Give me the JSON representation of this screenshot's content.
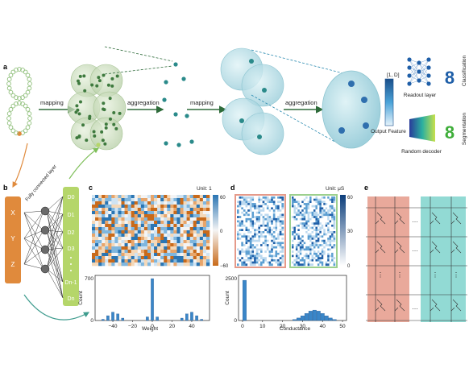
{
  "panels": [
    "a",
    "b",
    "c",
    "d",
    "e"
  ],
  "panel_a": {
    "step1": "mapping",
    "step2": "aggregation",
    "step3": "mapping",
    "step4": "aggregation",
    "range": "[1, D]",
    "output_feature": "Output Feature",
    "readout": "Readout layer",
    "classification": "Classification",
    "random_decoder": "Random decoder",
    "segmentation": "Segmentation",
    "digit": "8"
  },
  "panel_b": {
    "fc_label": "Fully connected layer",
    "inputs": [
      "X",
      "Y",
      "Z"
    ],
    "outputs": [
      "D0",
      "D1",
      "D2",
      "D3",
      "Dn-1",
      "Dn"
    ]
  },
  "panel_c": {
    "unit": "Unit: 1",
    "cbar_ticks": [
      "60",
      "0",
      "−60"
    ],
    "hist_xlabel": "Weight",
    "hist_ylabel": "Count",
    "hist_yticks": [
      "0",
      "700"
    ],
    "hist_xticks": [
      "−40",
      "−20",
      "0",
      "20",
      "40"
    ]
  },
  "panel_d": {
    "unit": "Unit: μS",
    "cbar_ticks": [
      "60",
      "30",
      "0"
    ],
    "hist_xlabel": "Conductance",
    "hist_ylabel": "Count",
    "hist_yticks": [
      "0",
      "2500"
    ],
    "hist_xticks": [
      "0",
      "10",
      "20",
      "30",
      "40",
      "50"
    ]
  },
  "panel_e": {
    "ellipsis": "…",
    "vdots": "⋮"
  },
  "colors": {
    "green": "#8fbf7a",
    "dark_green": "#2e6b3a",
    "teal": "#2a8a8a",
    "blue": "#2f6fae",
    "orange": "#e08a3c",
    "lime": "#b5d66a",
    "red_panel": "#e59a8a",
    "cyan_panel": "#7fd3cc"
  },
  "chart_data": [
    {
      "type": "bar",
      "title": "",
      "xlabel": "Weight",
      "ylabel": "Count",
      "ylim": [
        0,
        700
      ],
      "x": [
        -50,
        -45,
        -40,
        -35,
        -30,
        -5,
        0,
        5,
        30,
        35,
        40,
        45,
        50
      ],
      "values": [
        20,
        80,
        140,
        110,
        40,
        60,
        700,
        60,
        40,
        110,
        140,
        80,
        20
      ]
    },
    {
      "type": "bar",
      "title": "",
      "xlabel": "Conductance",
      "ylabel": "Count",
      "ylim": [
        0,
        2500
      ],
      "x": [
        1,
        26,
        28,
        30,
        32,
        34,
        36,
        38,
        40,
        42,
        44,
        46
      ],
      "values": [
        2400,
        60,
        150,
        280,
        420,
        560,
        620,
        560,
        420,
        280,
        150,
        60
      ]
    }
  ]
}
